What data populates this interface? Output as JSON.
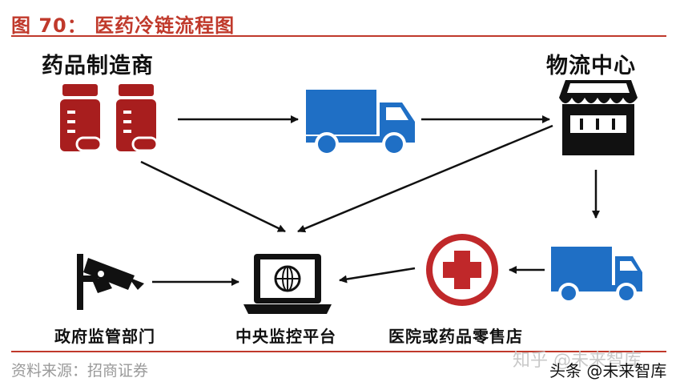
{
  "figure": {
    "title": "图 70： 医药冷链流程图",
    "source": "资料来源：招商证券"
  },
  "nodes": {
    "manufacturer": {
      "label": "药品制造商",
      "icon": "medicine-bottles-icon"
    },
    "logistics_center": {
      "label": "物流中心",
      "icon": "storefront-icon"
    },
    "hospital_pharmacy": {
      "label": "医院或药品零售店",
      "icon": "medical-cross-icon"
    },
    "central_platform": {
      "label": "中央监控平台",
      "icon": "laptop-globe-icon"
    },
    "gov_dept": {
      "label": "政府监管部门",
      "icon": "surveillance-camera-icon"
    },
    "truck_top": {
      "icon": "delivery-truck-icon"
    },
    "truck_right": {
      "icon": "delivery-truck-icon"
    }
  },
  "watermark": {
    "zhihu": "知乎 @未来智库",
    "toutiao": "头条 @未来智库"
  },
  "colors": {
    "title_red": "#c0392b",
    "bottle_red": "#a81e1e",
    "truck_blue": "#1f6fc5",
    "cross_red": "#c0282a"
  }
}
